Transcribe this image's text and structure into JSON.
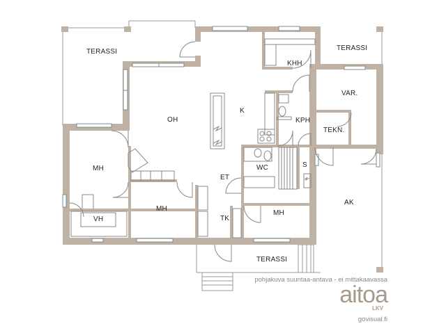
{
  "rooms": {
    "terassi_nw": "TERASSI",
    "terassi_ne": "TERASSI",
    "terassi_s": "TERASSI",
    "khh": "KHH",
    "var": "VAR.",
    "oh": "OH",
    "k": "K",
    "kph": "KPH",
    "tekn": "TEKN.",
    "mh_w": "MH",
    "wc": "WC",
    "s": "S",
    "et": "ET",
    "ak": "AK",
    "mh_c": "MH",
    "mh_e": "MH",
    "vh": "VH",
    "tk": "TK"
  },
  "footer": {
    "caption": "pohjakuva suuntaa-antava - ei mittakaavassa",
    "brand": "aitoa",
    "brand_sub": "LKV",
    "site": "govisual.fi"
  },
  "colors": {
    "wall": "#bfb1a3",
    "window": "#7d8b8f",
    "line": "#888888"
  }
}
